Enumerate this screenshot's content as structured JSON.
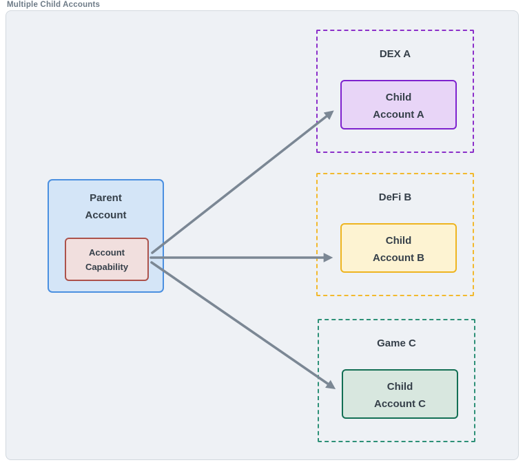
{
  "diagram_label": "Multiple Child Accounts",
  "parent": {
    "line1": "Parent",
    "line2": "Account",
    "bg": "#d4e5f7",
    "border": "#4a8fe0"
  },
  "capability": {
    "line1": "Account",
    "line2": "Capability",
    "bg": "#f1dfde",
    "border": "#ac524b"
  },
  "groups": [
    {
      "title": "DEX A",
      "child_line1": "Child",
      "child_line2": "Account A",
      "frame_border": "#8b2fc9",
      "child_bg": "#e8d5f7",
      "child_border": "#7e22ce"
    },
    {
      "title": "DeFi B",
      "child_line1": "Child",
      "child_line2": "Account B",
      "frame_border": "#f2b92d",
      "child_bg": "#fdf3d2",
      "child_border": "#eeb41f"
    },
    {
      "title": "Game C",
      "child_line1": "Child",
      "child_line2": "Account C",
      "frame_border": "#2d9077",
      "child_bg": "#d8e7df",
      "child_border": "#136f54"
    }
  ],
  "arrows": {
    "color": "#7b8794"
  },
  "canvas_colors": {
    "bg": "#eef1f5",
    "border": "#d2d8de"
  }
}
